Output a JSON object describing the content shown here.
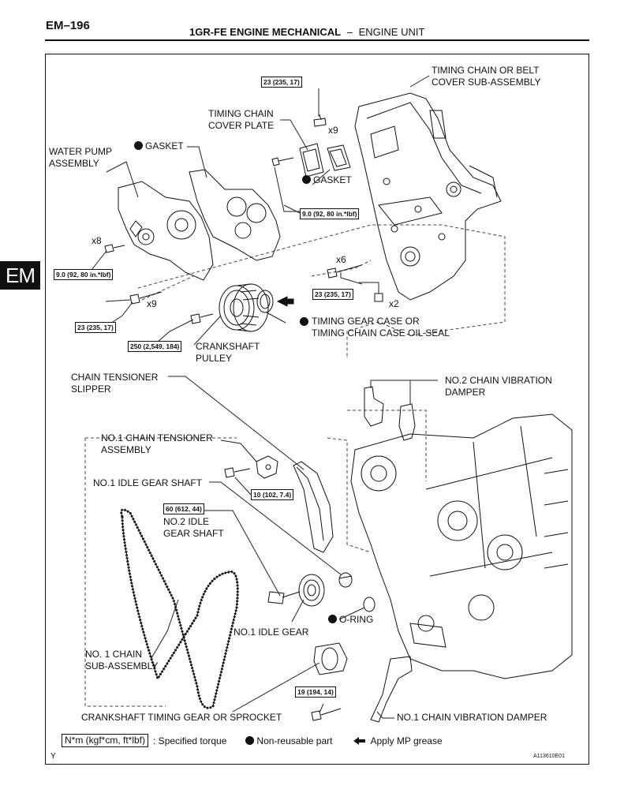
{
  "header": {
    "page_code": "EM–196",
    "title_bold": "1GR-FE ENGINE MECHANICAL",
    "title_sep": "–",
    "title_rest": "ENGINE UNIT"
  },
  "side_tab": "EM",
  "labels": {
    "timing_cover": "TIMING CHAIN OR BELT\nCOVER SUB-ASSEMBLY",
    "cover_plate": "TIMING CHAIN\nCOVER PLATE",
    "gasket_upper": "GASKET",
    "gasket_lower": "GASKET",
    "water_pump": "WATER PUMP\nASSEMBLY",
    "oil_seal": "TIMING GEAR CASE OR\nTIMING CHAIN CASE OIL SEAL",
    "crank_pulley": "CRANKSHAFT\nPULLEY",
    "tensioner_slipper": "CHAIN TENSIONER\nSLIPPER",
    "no2_damper": "NO.2 CHAIN VIBRATION\nDAMPER",
    "no1_tensioner": "NO.1 CHAIN TENSIONER\nASSEMBLY",
    "no1_idle_shaft": "NO.1 IDLE GEAR SHAFT",
    "no2_idle_shaft": "NO.2 IDLE\nGEAR SHAFT",
    "no1_idle_gear": "NO.1 IDLE GEAR",
    "o_ring": "O-RING",
    "no1_chain": "NO. 1 CHAIN\nSUB-ASSEMBLY",
    "crank_gear": "CRANKSHAFT TIMING GEAR OR SPROCKET",
    "no1_damper": "NO.1 CHAIN VIBRATION DAMPER"
  },
  "torques": {
    "t_cover_top": "23 (235, 17)",
    "t_plate": "9.0 (92, 80 in.*lbf)",
    "t_pump": "9.0 (92, 80 in.*lbf)",
    "t_cover_mid": "23 (235, 17)",
    "t_cover_low": "23 (235, 17)",
    "t_pulley": "250 (2,549, 184)",
    "t_tensioner": "10 (102, 7.4)",
    "t_idle_shaft": "60 (612, 44)",
    "t_damper": "19 (194, 14)"
  },
  "quantities": {
    "q_top": "x9",
    "q_pump": "x8",
    "q_mid": "x6",
    "q_nut": "x2",
    "q_low": "x9"
  },
  "legend": {
    "unit": "N*m (kgf*cm, ft*lbf)",
    "unit_desc": ": Specified torque",
    "nonreusable": "Non-reusable part",
    "grease": "Apply MP grease"
  },
  "footer": {
    "corner": "Y",
    "figure_id": "A113610E01"
  }
}
